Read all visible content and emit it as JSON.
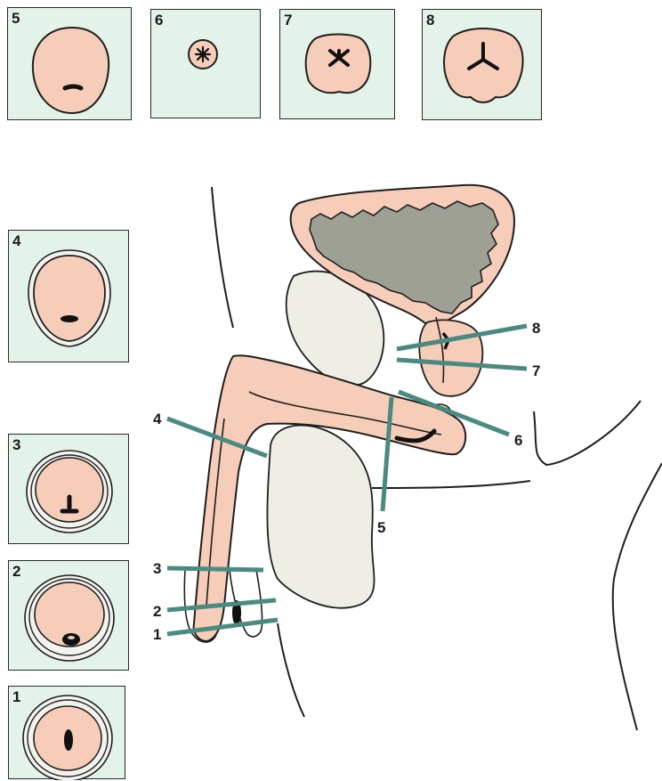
{
  "panels": [
    {
      "id": "5",
      "label": "5"
    },
    {
      "id": "6",
      "label": "6"
    },
    {
      "id": "7",
      "label": "7"
    },
    {
      "id": "8",
      "label": "8"
    },
    {
      "id": "4",
      "label": "4"
    },
    {
      "id": "3",
      "label": "3"
    },
    {
      "id": "2",
      "label": "2"
    },
    {
      "id": "1",
      "label": "1"
    }
  ],
  "section_lines": [
    {
      "label": "1"
    },
    {
      "label": "2"
    },
    {
      "label": "3"
    },
    {
      "label": "4"
    },
    {
      "label": "5"
    },
    {
      "label": "6"
    },
    {
      "label": "7"
    },
    {
      "label": "8"
    }
  ],
  "colors": {
    "panel_bg": "#e3f3ea",
    "tissue": "#f6cdb8",
    "bladder_lumen": "#9fa095",
    "gland": "#eeeee6",
    "section_line": "#4a8a80",
    "outline": "#1e1e1e"
  }
}
